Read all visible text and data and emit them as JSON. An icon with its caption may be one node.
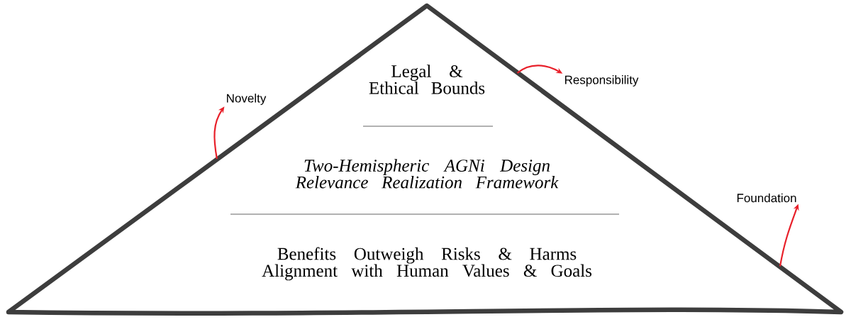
{
  "diagram": {
    "nodes": [
      {
        "text": [
          "Legal & Ethical Bounds",
          "Two-Hemispheric AGNi Design Relevance Realization Framework",
          "Benefits Outweigh Risks & Harms Alignment with Human Values & Goals"
        ]
      },
      {
        "text": [
          "Novelty"
        ]
      },
      {
        "text": [
          "Responsibility"
        ]
      },
      {
        "text": [
          "Foundation"
        ]
      }
    ],
    "edges": [
      {
        "from": 0,
        "to": 1,
        "arrow": "to"
      },
      {
        "from": 0,
        "to": 2,
        "arrow": "to"
      },
      {
        "from": 0,
        "to": 3,
        "arrow": "to"
      }
    ]
  }
}
